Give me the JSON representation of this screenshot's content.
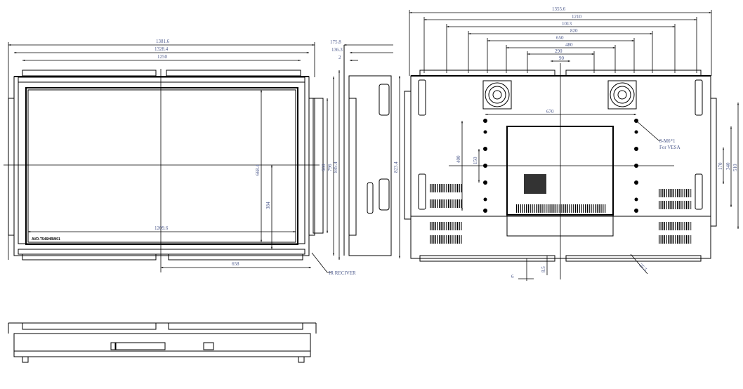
{
  "front_view": {
    "dims_horizontal": [
      "1381.6",
      "1328.4",
      "1250",
      "1209.6",
      "658"
    ],
    "dims_vertical": [
      "668.4",
      "384",
      "600",
      "796",
      "845.4"
    ],
    "depth_dims": [
      "175.8",
      "136.3",
      "2"
    ],
    "model_label": "AVD-T546HBW01",
    "callout": "IR RECIVER"
  },
  "rear_view": {
    "dims_horizontal": [
      "1355.6",
      "1210",
      "1013",
      "820",
      "650",
      "480",
      "290",
      "90"
    ],
    "vesa_width": "670",
    "vesa_heights": [
      "400",
      "150"
    ],
    "height": "823.4",
    "side_dims": [
      "170",
      "340",
      "510"
    ],
    "callout_line1": "8-M6*1",
    "callout_line2": "For VESA",
    "small_dims": [
      "6",
      "8.5",
      "25.5"
    ]
  },
  "colors": {
    "label": "#4d5a8c",
    "line": "#000000"
  }
}
